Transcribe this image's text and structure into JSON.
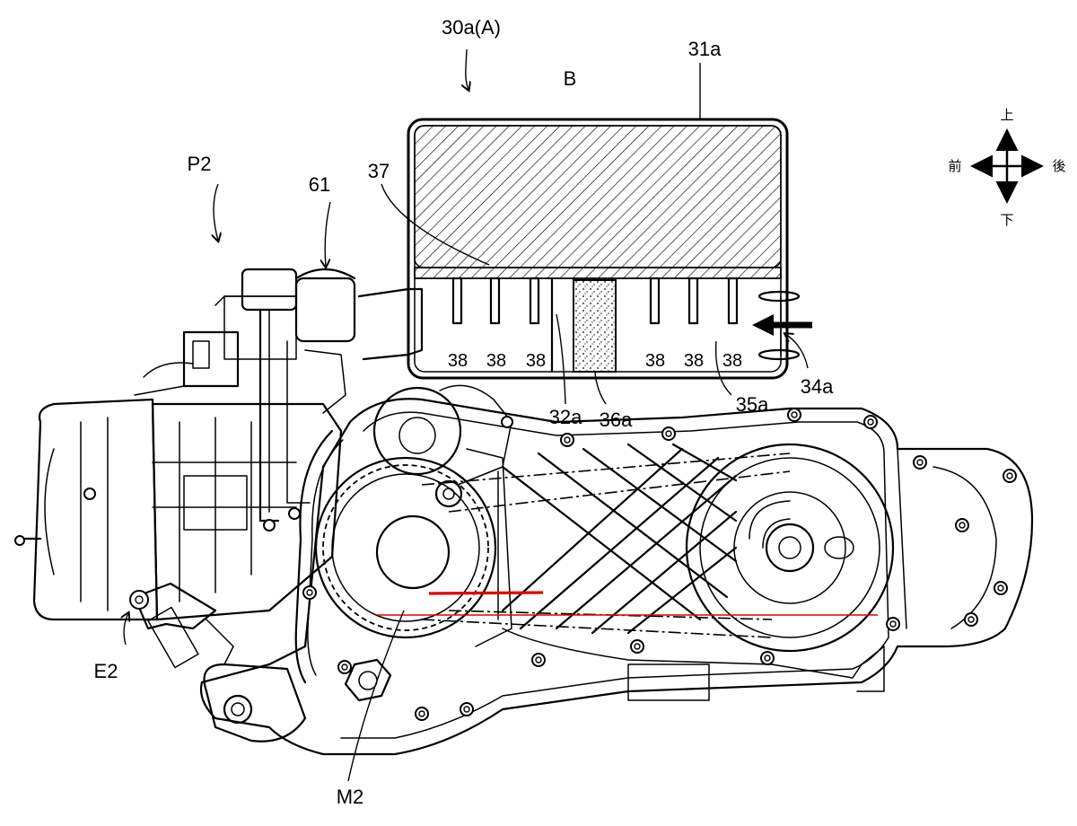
{
  "figure": {
    "labels": {
      "device": "30a(A)",
      "case": "31a",
      "chamber_b": "B",
      "filter_region": "37",
      "fins": [
        "38",
        "38",
        "38",
        "38",
        "38",
        "38"
      ],
      "partition": "32a",
      "element": "36a",
      "inlet_space": "35a",
      "inlet": "34a",
      "unit": "P2",
      "part_61": "61",
      "engine": "E2",
      "motor": "M2"
    },
    "directions": {
      "up": "上",
      "down": "下",
      "front": "前",
      "rear": "後"
    },
    "accent_color": "#e00000"
  }
}
